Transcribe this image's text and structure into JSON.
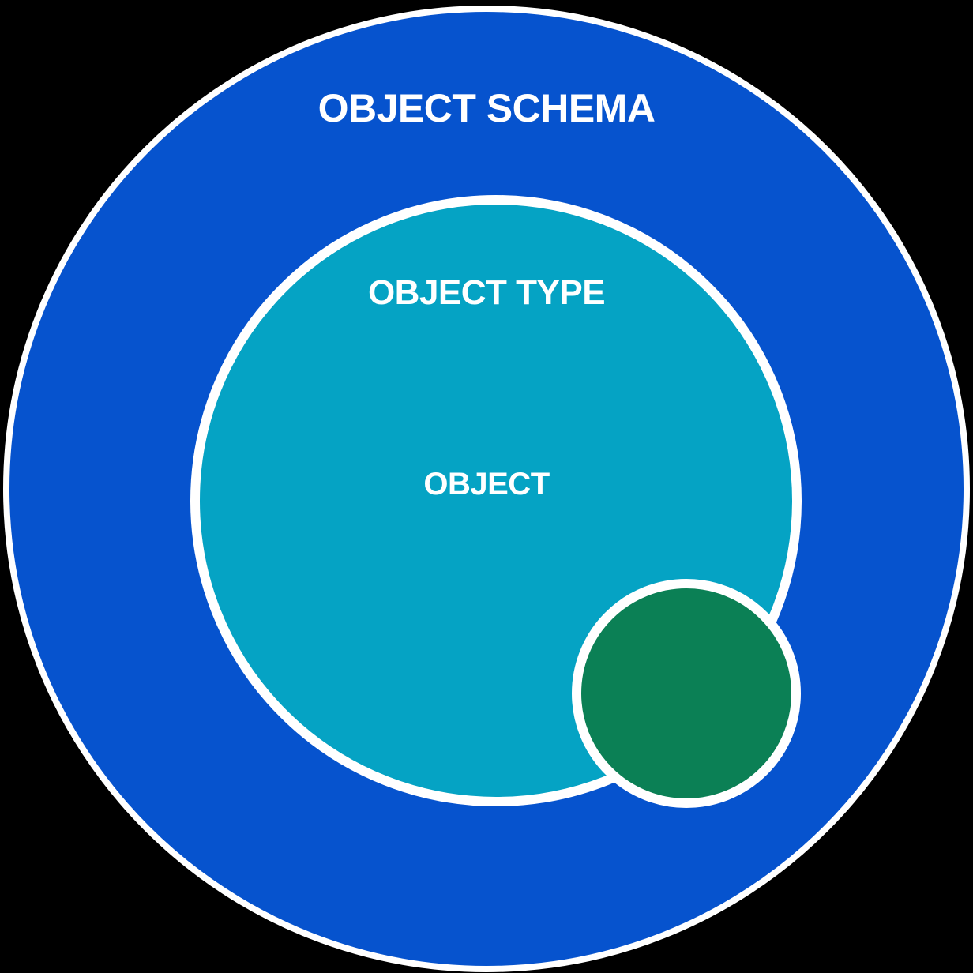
{
  "diagram": {
    "type": "concentric-circles",
    "title": "Object Schema hierarchy",
    "background_color": "#000000",
    "stroke_color": "#FFFFFF",
    "layers": [
      {
        "id": "object-schema",
        "label": "OBJECT SCHEMA",
        "level": 1,
        "fill_color": "#0653CE",
        "text_color": "#FFFFFF"
      },
      {
        "id": "object-type",
        "label": "OBJECT TYPE",
        "level": 2,
        "fill_color": "#05A3C4",
        "text_color": "#FFFFFF"
      },
      {
        "id": "object",
        "label": "OBJECT",
        "level": 3,
        "fill_color": "#0B8055",
        "text_color": "#FFFFFF"
      }
    ]
  }
}
